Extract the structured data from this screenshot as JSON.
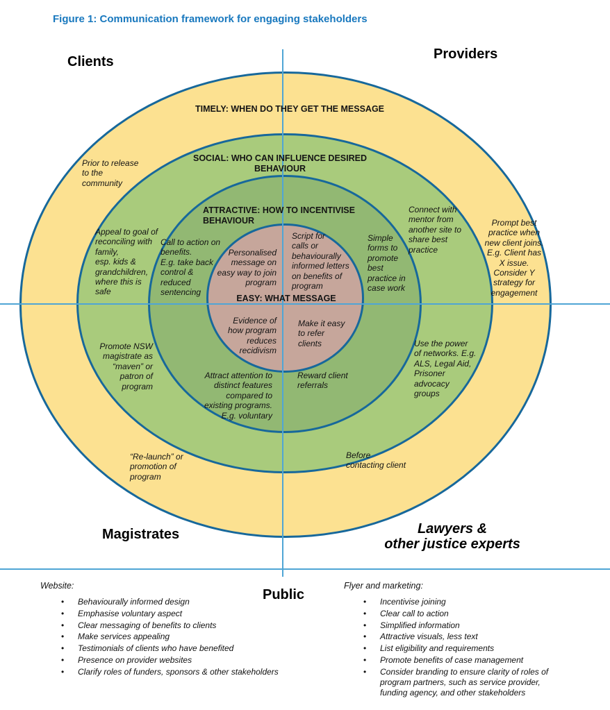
{
  "title": "Figure 1: Communication framework for engaging stakeholders",
  "colors": {
    "title": "#1878BE",
    "ring_timely_fill": "#FCE191",
    "ring_social_fill": "#A9CB7C",
    "ring_attractive_fill": "#92B873",
    "ring_easy_fill": "#C6A69B",
    "ellipse_border": "#17689B",
    "axis_line": "#4FA5D5"
  },
  "diagram": {
    "quadrants": {
      "top_left": "Clients",
      "top_right": "Providers",
      "bottom_left": "Magistrates",
      "bottom_right": "Lawyers &\nother justice experts",
      "bottom_center": "Public"
    },
    "rings": {
      "timely": "TIMELY: WHEN DO THEY GET THE MESSAGE",
      "social": "SOCIAL: WHO CAN INFLUENCE DESIRED\nBEHAVIOUR",
      "attractive": "ATTRACTIVE: HOW TO INCENTIVISE\nBEHAVIOUR",
      "easy": "EASY: WHAT MESSAGE"
    },
    "annotations": [
      {
        "id": "prior-to-release",
        "text": "Prior to release\nto the\ncommunity"
      },
      {
        "id": "appeal-to-family",
        "text": "Appeal to goal of\nreconciling with\nfamily,\nesp. kids &\ngrandchildren,\nwhere this is\nsafe"
      },
      {
        "id": "call-to-action",
        "text": "Call to action on\nbenefits.\nE.g. take back\ncontrol &\nreduced\nsentencing"
      },
      {
        "id": "personalised-message",
        "text": "Personalised\nmessage on\neasy way to join\nprogram"
      },
      {
        "id": "script-for-calls",
        "text": "Script for\ncalls or\nbehaviourally\ninformed letters\non benefits of\nprogram"
      },
      {
        "id": "simple-forms",
        "text": "Simple\nforms to\npromote\nbest\npractice in\ncase work"
      },
      {
        "id": "connect-with-mentor",
        "text": "Connect with\nmentor from\nanother site to\nshare best\npractice"
      },
      {
        "id": "prompt-best-practice",
        "text": "Prompt best\npractice when\nnew client joins.\nE.g. Client has\nX issue.\nConsider Y\nstrategy for\nengagement"
      },
      {
        "id": "evidence-recidivism",
        "text": "Evidence of\nhow program\nreduces\nrecidivism"
      },
      {
        "id": "attract-attention",
        "text": "Attract attention to\ndistinct features\ncompared to\nexisting programs.\nE.g. voluntary"
      },
      {
        "id": "promote-magistrate",
        "text": "Promote NSW\nmagistrate as\n“maven” or\npatron of\nprogram"
      },
      {
        "id": "relaunch-promotion",
        "text": "“Re-launch” or\npromotion of\nprogram"
      },
      {
        "id": "make-it-easy-refer",
        "text": "Make it easy\nto refer\nclients"
      },
      {
        "id": "reward-referrals",
        "text": "Reward client\nreferrals"
      },
      {
        "id": "power-of-networks",
        "text": "Use the power\nof networks. E.g.\nALS, Legal Aid,\nPrisoner\nadvocacy\ngroups"
      },
      {
        "id": "before-contacting",
        "text": "Before\ncontacting client"
      }
    ]
  },
  "lists": {
    "website": {
      "heading": "Website:",
      "items": [
        "Behaviourally informed design",
        "Emphasise voluntary aspect",
        "Clear messaging of benefits to clients",
        "Make services appealing",
        "Testimonials of clients who have benefited",
        "Presence on provider websites",
        "Clarify roles of funders, sponsors & other stakeholders"
      ]
    },
    "flyer": {
      "heading": "Flyer and marketing:",
      "items": [
        "Incentivise joining",
        "Clear call to action",
        "Simplified information",
        "Attractive visuals, less text",
        "List eligibility and requirements",
        "Promote benefits of case management",
        "Consider branding to ensure clarity of roles of program partners, such as service provider, funding agency, and other stakeholders"
      ]
    }
  }
}
